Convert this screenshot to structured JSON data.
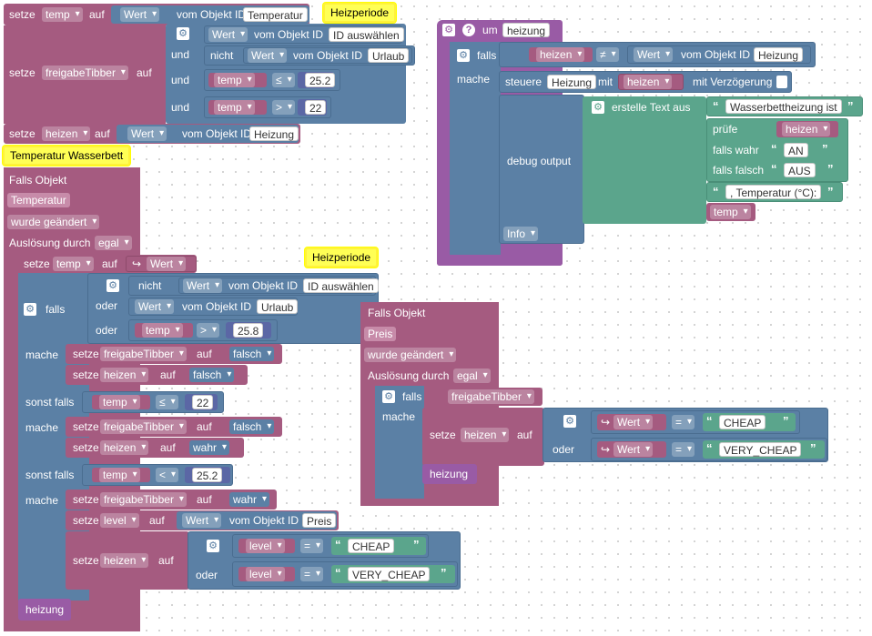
{
  "kw": {
    "setze": "setze",
    "auf": "auf",
    "vom_objekt_id": "vom Objekt ID",
    "und": "und",
    "nicht": "nicht",
    "oder": "oder",
    "falls": "falls",
    "mache": "mache",
    "sonst_falls": "sonst falls",
    "um": "um",
    "steuere": "steuere",
    "mit": "mit",
    "mit_verzoegerung": "mit Verzögerung",
    "debug_output": "debug output",
    "erstelle_text_aus": "erstelle Text aus",
    "pruefe": "prüfe",
    "falls_wahr": "falls wahr",
    "falls_falsch": "falls falsch",
    "falls_objekt": "Falls Objekt",
    "ausloesung_durch": "Auslösung durch",
    "arrow": "↪",
    "ne": "≠",
    "le": "≤",
    "gt": ">",
    "lt": "<",
    "eq": "=",
    "quote_open": "“",
    "quote_close": "”"
  },
  "vars": {
    "temp": "temp",
    "freigabe": "freigabeTibber",
    "heizen": "heizen",
    "level": "level"
  },
  "wert": "Wert",
  "objects": {
    "temperatur": "Temperatur",
    "id_auswaehlen": "ID auswählen",
    "urlaub": "Urlaub",
    "heizung": "Heizung",
    "preis": "Preis"
  },
  "values": {
    "v252": "25.2",
    "v22": "22",
    "v258": "25.8",
    "falsch": "falsch",
    "wahr": "wahr"
  },
  "notes": {
    "heizperiode": "Heizperiode",
    "temp_wasserbett": "Temperatur Wasserbett"
  },
  "event": {
    "wurde_geaendert": "wurde geändert",
    "egal": "egal"
  },
  "func": {
    "name": "heizung",
    "call": "heizung"
  },
  "debug": {
    "text1": "Wasserbettheizung ist",
    "an": "AN",
    "aus": "AUS",
    "text2": ", Temperatur (°C):",
    "level": "Info"
  },
  "strings": {
    "cheap": "CHEAP",
    "very_cheap": "VERY_CHEAP"
  },
  "icons": {
    "gear": "gear-icon",
    "help": "help-icon"
  },
  "colors": {
    "variable": "#a55b80",
    "logic": "#5b80a5",
    "function": "#995ba5",
    "text": "#5ba58c",
    "math": "#5b67a5",
    "note": "#ffff55"
  }
}
